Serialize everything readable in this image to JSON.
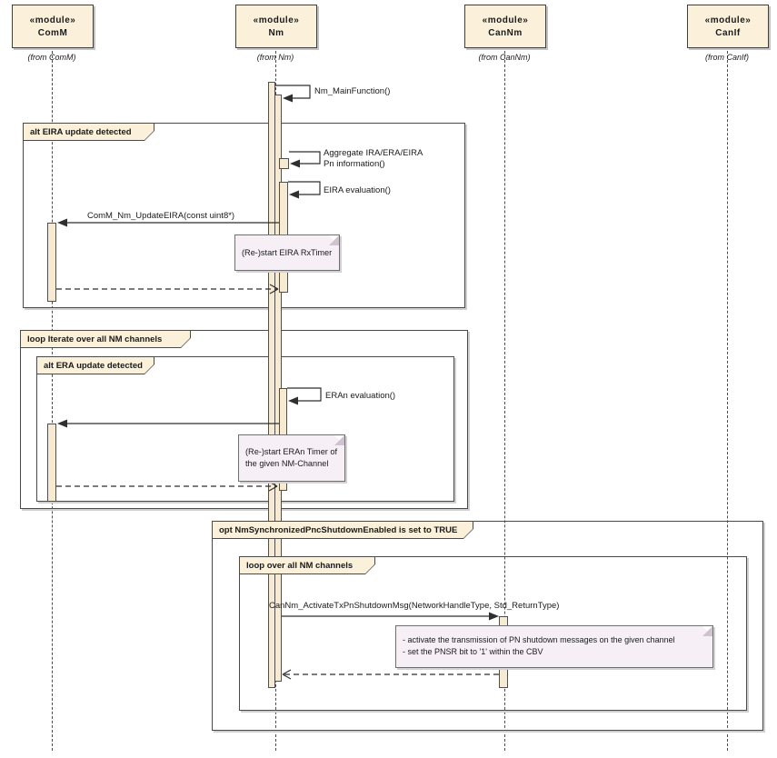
{
  "lifelines": [
    {
      "stereotype": "«module»",
      "name": "ComM",
      "from": "(from ComM)"
    },
    {
      "stereotype": "«module»",
      "name": "Nm",
      "from": "(from Nm)"
    },
    {
      "stereotype": "«module»",
      "name": "CanNm",
      "from": "(from CanNm)"
    },
    {
      "stereotype": "«module»",
      "name": "CanIf",
      "from": "(from CanIf)"
    }
  ],
  "fragments": {
    "alt_eira": "alt EIRA update detected",
    "loop_channels": "loop Iterate over all NM channels",
    "alt_era": "alt ERA update detected",
    "opt_pnc": "opt NmSynchronizedPncShutdownEnabled is set to TRUE",
    "loop_nm": "loop over all NM channels"
  },
  "messages": {
    "nm_main": "Nm_MainFunction()",
    "aggregate_l1": "Aggregate IRA/ERA/EIRA",
    "aggregate_l2": "Pn information()",
    "eira_eval": "EIRA evaluation()",
    "comm_update": "ComM_Nm_UpdateEIRA(const uint8*)",
    "era_eval": "ERAn evaluation()",
    "cannm_activate": "CanNm_ActivateTxPnShutdownMsg(NetworkHandleType, Std_ReturnType)"
  },
  "notes": {
    "eira_rxtimer": "(Re-)start EIRA RxTimer",
    "era_timer_l1": "(Re-)start ERAn Timer of",
    "era_timer_l2": "the given NM-Channel",
    "pn_shutdown_l1": "- activate the transmission of PN shutdown messages on the given channel",
    "pn_shutdown_l2": "- set the PNSR bit to '1' within the CBV"
  },
  "colors": {
    "element_fill": "#fbf1da",
    "activation_fill": "#f6ead3",
    "note_fill": "#f6eff6",
    "border": "#3f3f3f",
    "line": "#2f2f2f",
    "background": "#ffffff"
  }
}
